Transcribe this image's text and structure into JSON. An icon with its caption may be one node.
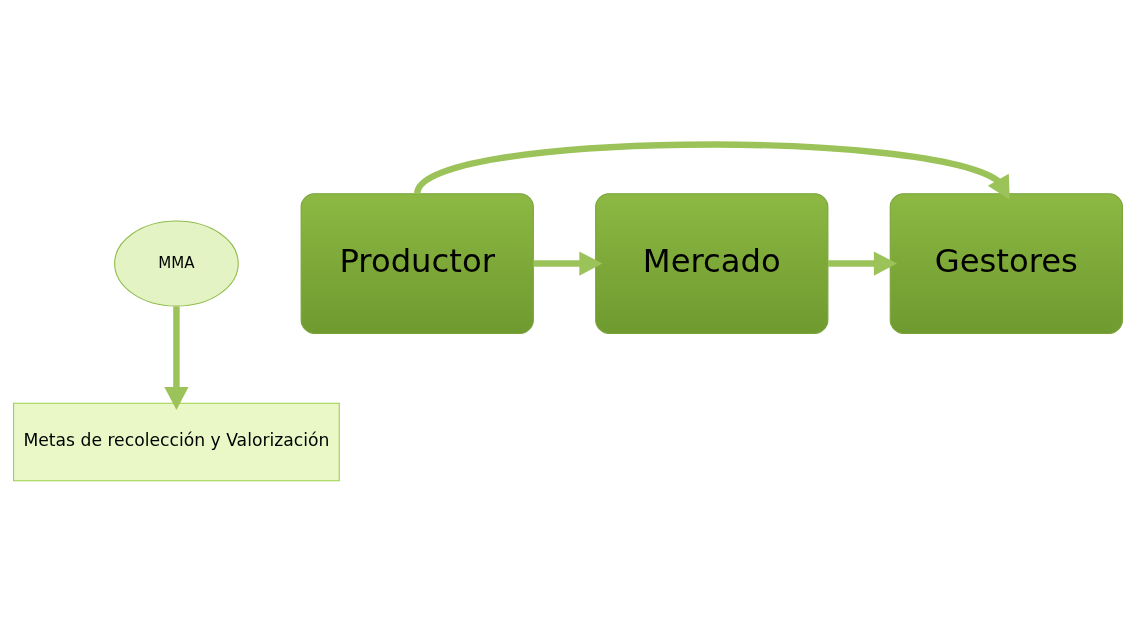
{
  "diagram": {
    "nodes": [
      {
        "text": [
          "MMA"
        ]
      },
      {
        "text": [
          "Productor"
        ]
      },
      {
        "text": [
          "Mercado"
        ]
      },
      {
        "text": [
          "Gestores"
        ]
      },
      {
        "text": [
          "Metas de recolección y Valorización"
        ]
      }
    ],
    "edges": [
      {
        "from": 1,
        "to": 3,
        "arrow": "to"
      },
      {
        "from": 0,
        "to": 4,
        "arrow": "to"
      },
      {
        "from": 1,
        "to": 2,
        "arrow": "to"
      },
      {
        "from": 2,
        "to": 3,
        "arrow": "to"
      }
    ]
  }
}
